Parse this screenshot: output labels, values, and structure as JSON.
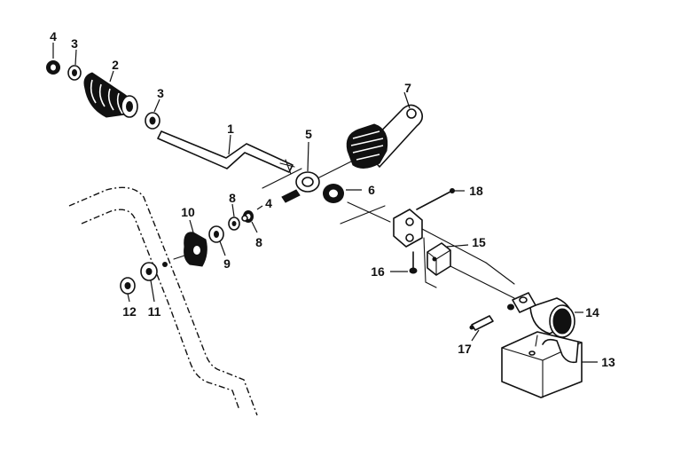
{
  "callouts": [
    {
      "id": "c1",
      "text": "1"
    },
    {
      "id": "c2",
      "text": "2"
    },
    {
      "id": "c3a",
      "text": "3"
    },
    {
      "id": "c3b",
      "text": "3"
    },
    {
      "id": "c4a",
      "text": "4"
    },
    {
      "id": "c4b",
      "text": "4"
    },
    {
      "id": "c5",
      "text": "5"
    },
    {
      "id": "c6",
      "text": "6"
    },
    {
      "id": "c7",
      "text": "7"
    },
    {
      "id": "c8a",
      "text": "8"
    },
    {
      "id": "c8b",
      "text": "8"
    },
    {
      "id": "c9",
      "text": "9"
    },
    {
      "id": "c10",
      "text": "10"
    },
    {
      "id": "c11",
      "text": "11"
    },
    {
      "id": "c12",
      "text": "12"
    },
    {
      "id": "c13",
      "text": "13"
    },
    {
      "id": "c14",
      "text": "14"
    },
    {
      "id": "c15",
      "text": "15"
    },
    {
      "id": "c16",
      "text": "16"
    },
    {
      "id": "c17",
      "text": "17"
    },
    {
      "id": "c18",
      "text": "18"
    }
  ]
}
